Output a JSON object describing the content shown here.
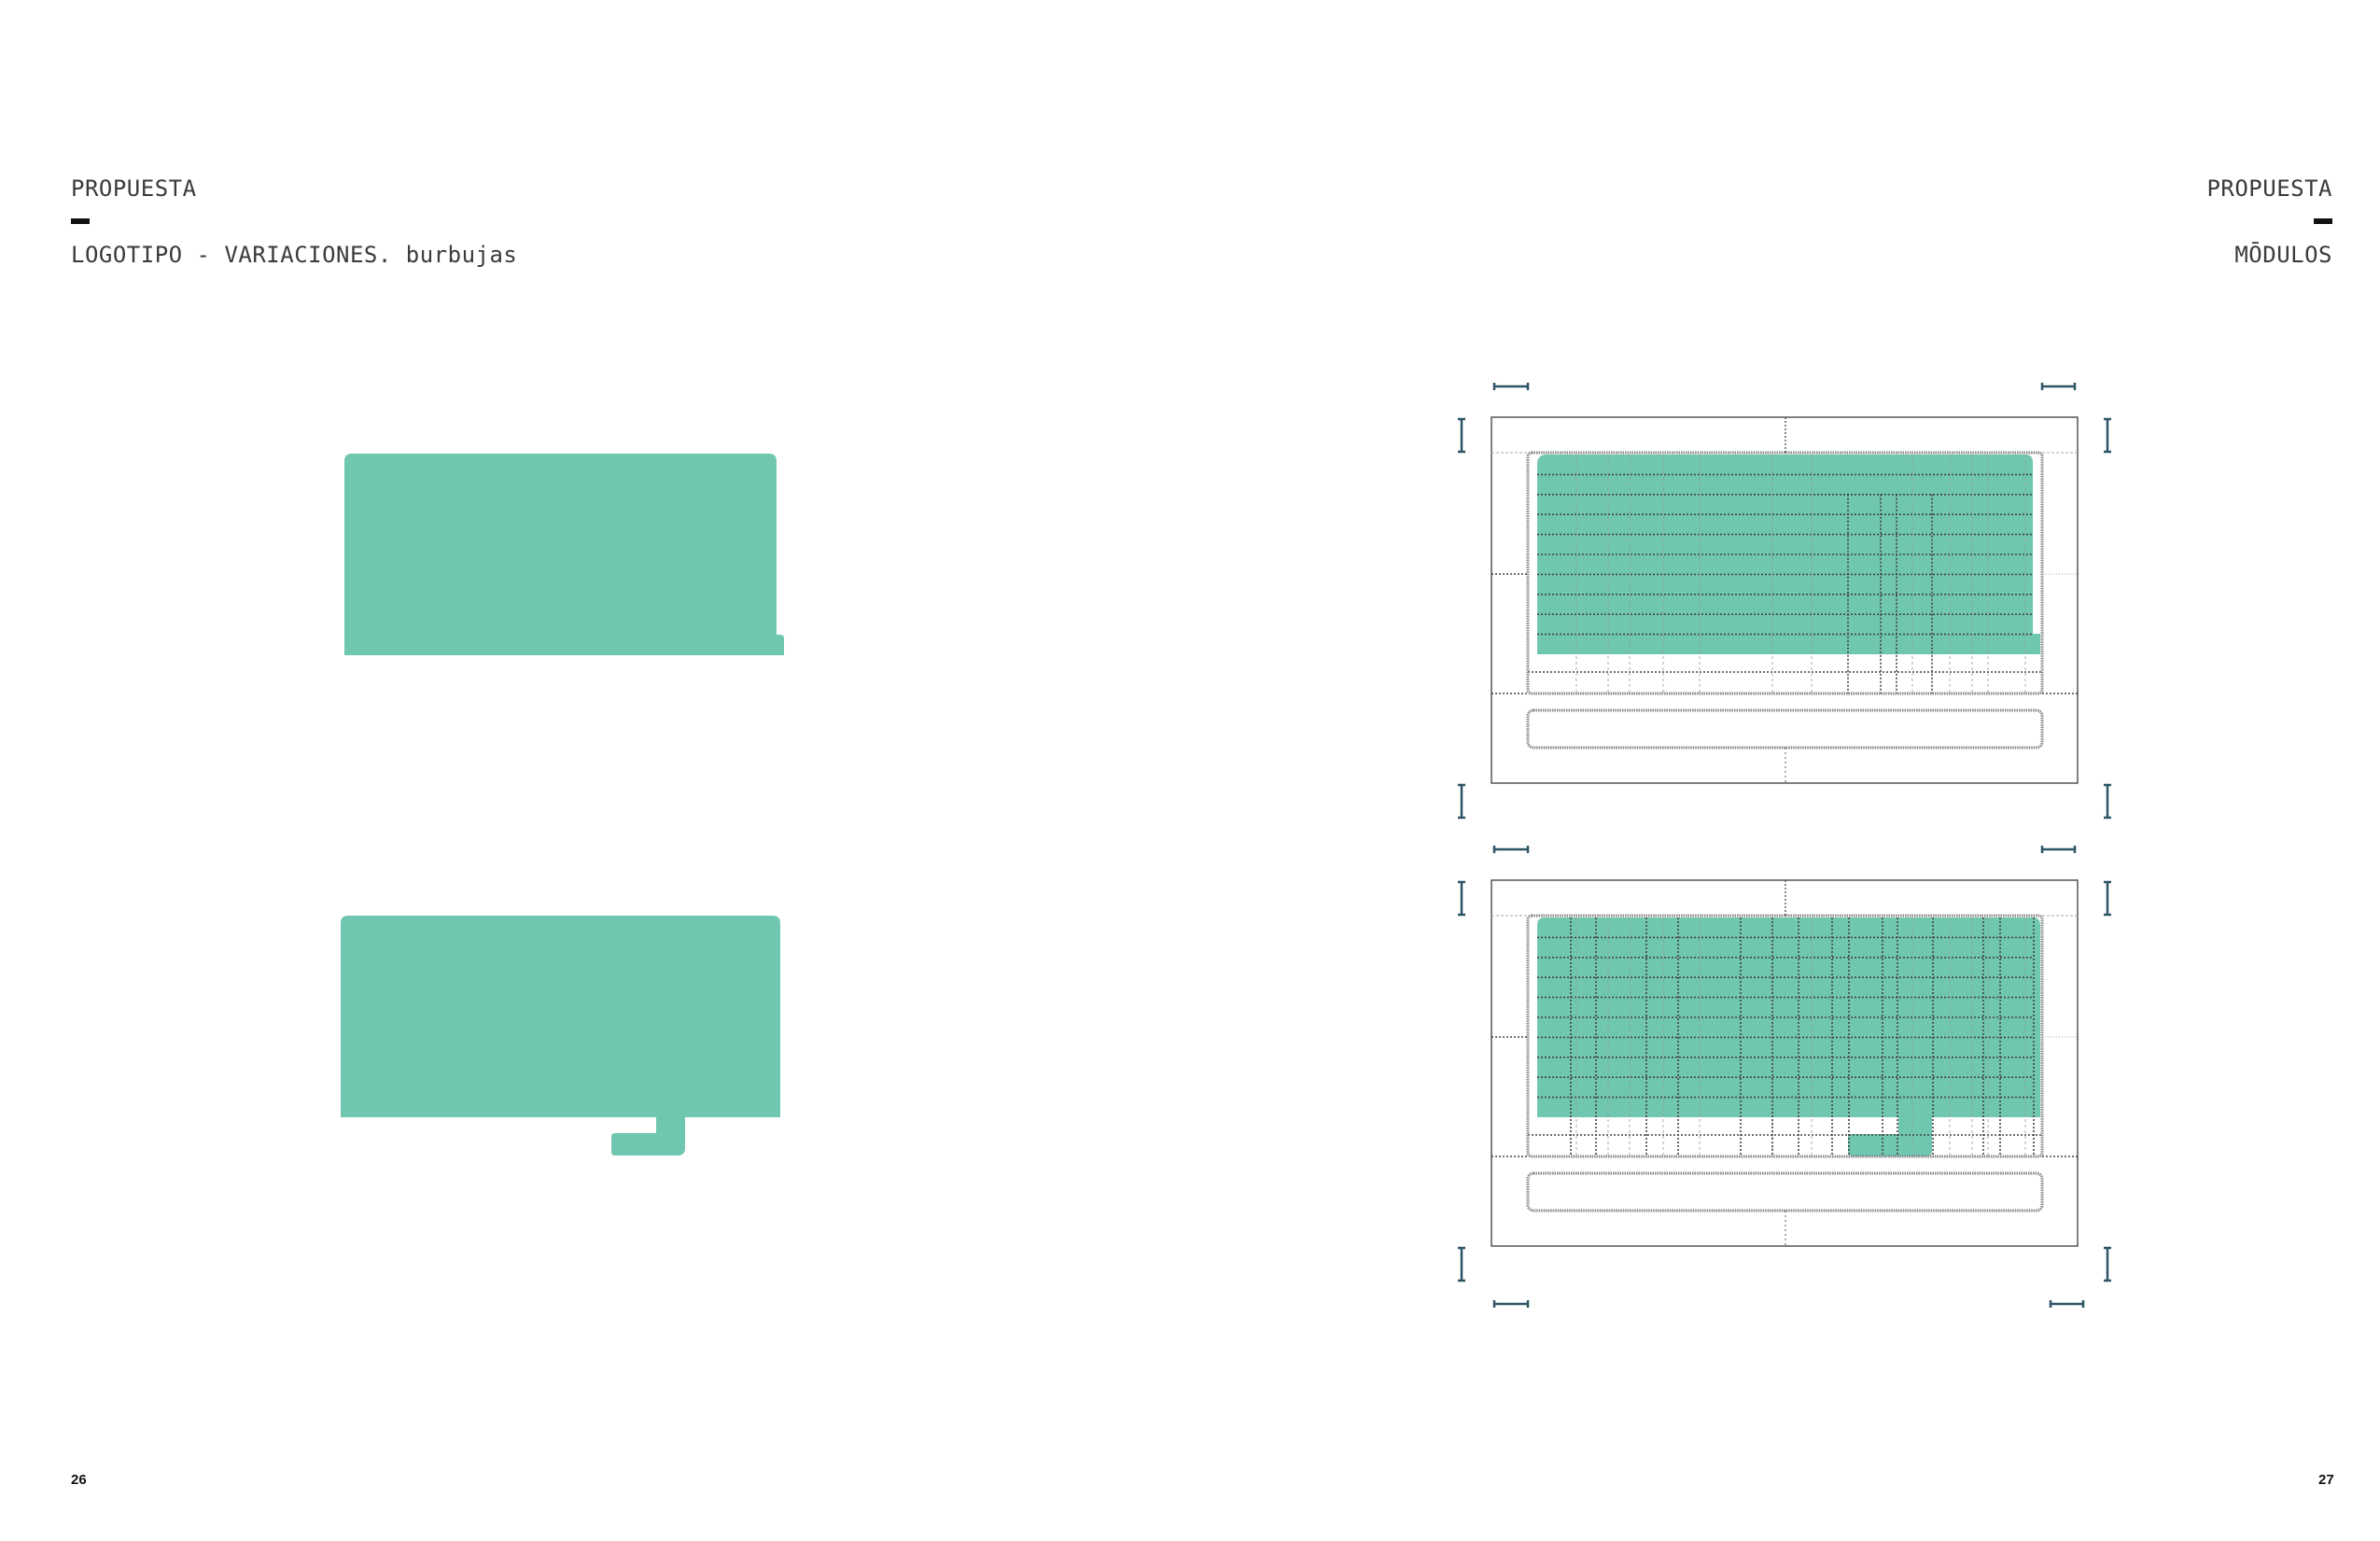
{
  "left_page": {
    "section": "PROPUESTA",
    "title": "LOGOTIPO - VARIACIONES. burbujas",
    "page_number": "26",
    "shapes": [
      {
        "name": "logo-variation-1",
        "variant": "tail-right-tab"
      },
      {
        "name": "logo-variation-2",
        "variant": "tail-bottom-hook"
      }
    ]
  },
  "right_page": {
    "section": "PROPUESTA",
    "title": "MŌDULOS",
    "page_number": "27",
    "diagrams": [
      {
        "name": "module-grid-1",
        "variant": "tail-right-tab"
      },
      {
        "name": "module-grid-2",
        "variant": "tail-bottom-hook"
      }
    ]
  },
  "colors": {
    "accent": "#6fc7af",
    "measure": "#2d5566",
    "text": "#3a3a3a",
    "frame": "#555555"
  }
}
